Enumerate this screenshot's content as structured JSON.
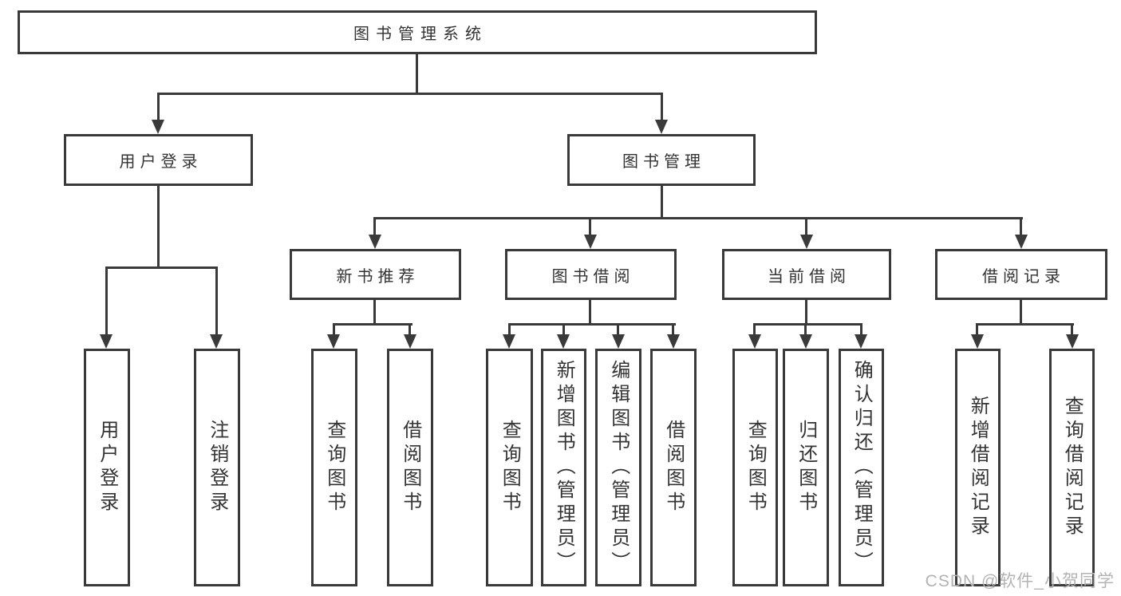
{
  "colors": {
    "line": "#3a3a3a",
    "text": "#333333",
    "watermark": "#b3b3b3",
    "background": "#ffffff"
  },
  "diagram": {
    "type": "hierarchy-flowchart",
    "tree": {
      "label": "图书管理系统",
      "children": [
        {
          "label": "用户登录",
          "children": [
            {
              "label": "用户登录"
            },
            {
              "label": "注销登录"
            }
          ]
        },
        {
          "label": "图书管理",
          "children": [
            {
              "label": "新书推荐",
              "children": [
                {
                  "label": "查询图书"
                },
                {
                  "label": "借阅图书"
                }
              ]
            },
            {
              "label": "图书借阅",
              "children": [
                {
                  "label": "查询图书"
                },
                {
                  "label": "新增图书（管理员）"
                },
                {
                  "label": "编辑图书（管理员）"
                },
                {
                  "label": "借阅图书"
                }
              ]
            },
            {
              "label": "当前借阅",
              "children": [
                {
                  "label": "查询图书"
                },
                {
                  "label": "归还图书"
                },
                {
                  "label": "确认归还（管理员）"
                }
              ]
            },
            {
              "label": "借阅记录",
              "children": [
                {
                  "label": "新增借阅记录"
                },
                {
                  "label": "查询借阅记录"
                }
              ]
            }
          ]
        }
      ]
    }
  },
  "watermark": {
    "text": "CSDN @软件_小贺同学"
  }
}
